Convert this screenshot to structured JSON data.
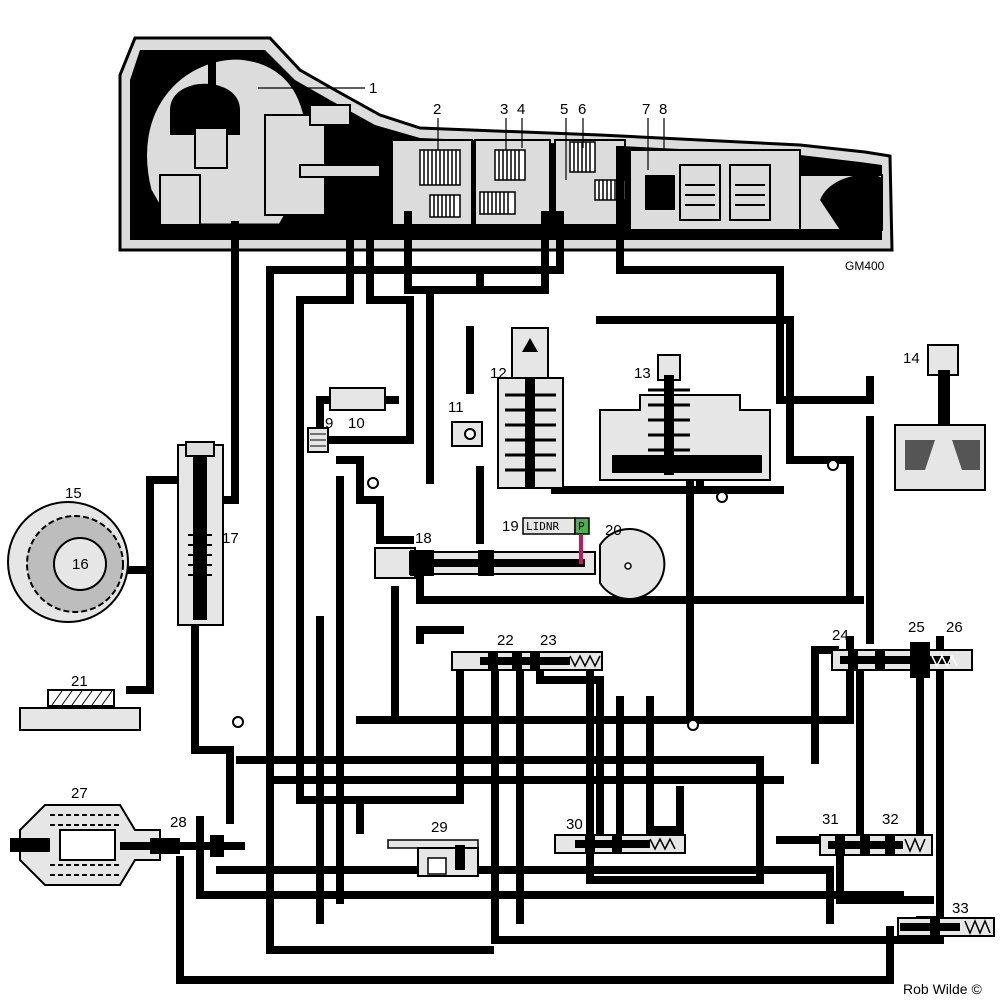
{
  "diagram": {
    "model": "GM400",
    "credit": "Rob Wilde ©",
    "selector_letters": "LIDNR",
    "selector_active": "P",
    "colors": {
      "line": "#000000",
      "passage": "#dddddd",
      "background": "#ffffff",
      "gear_tooth": "#bdbdbd",
      "selector_active": "#4caf50",
      "linkage": "#c2185b"
    },
    "labels": [
      "1",
      "2",
      "3",
      "4",
      "5",
      "6",
      "7",
      "8",
      "9",
      "10",
      "11",
      "12",
      "13",
      "14",
      "15",
      "16",
      "17",
      "18",
      "19",
      "20",
      "21",
      "22",
      "23",
      "24",
      "25",
      "26",
      "27",
      "28",
      "29",
      "30",
      "31",
      "32",
      "33"
    ]
  }
}
